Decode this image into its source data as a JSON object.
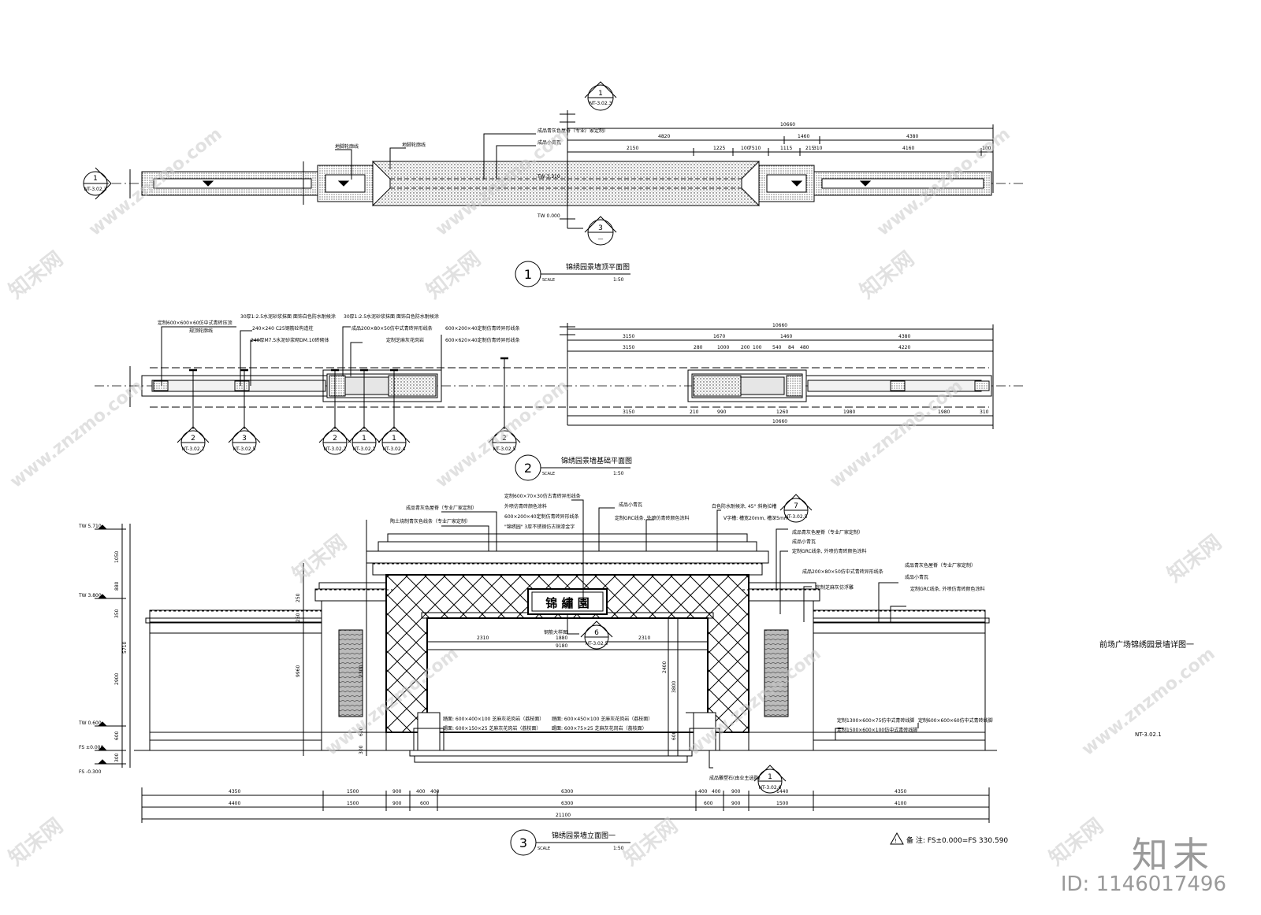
{
  "views": [
    {
      "id": "1",
      "title": "锦绣园景墙顶平面图",
      "scale": "SCALE",
      "ratio": "1:50"
    },
    {
      "id": "2",
      "title": "锦绣园景墙基础平面图",
      "scale": "SCALE",
      "ratio": "1:50"
    },
    {
      "id": "3",
      "title": "锦绣园景墙立面图一",
      "scale": "SCALE",
      "ratio": "1:50"
    }
  ],
  "sheet_title": "前场广场锦绣园景墙详图一",
  "sheet_code": "NT-3.02.1",
  "sign_text": "锦 繡 園",
  "note": "备 注: FS±0.000=FS 330.590",
  "plan1": {
    "dims_top": [
      "10660"
    ],
    "dims_mid": [
      "4820",
      "1460",
      "4380"
    ],
    "dims_low": [
      "2150",
      "1225",
      "100",
      "7510",
      "1115",
      "215",
      "310",
      "4160",
      "100"
    ],
    "labels": [
      "成品青灰色屋脊（专业厂家定制）",
      "成品小青瓦",
      "地脚轮廓线",
      "地脚轮廓线"
    ],
    "level_tw": "TW 3.310",
    "level_ft": "TW 0.000",
    "ref_top": {
      "num": "1",
      "sheet": "NT-3.02.3"
    },
    "ref_left": {
      "num": "1",
      "sheet": "NT-3.02.3"
    },
    "ref_bottom": {
      "num": "3",
      "sheet": "—"
    }
  },
  "plan2": {
    "dims_top": [
      "10660"
    ],
    "dims_a": [
      "3150",
      "1670",
      "1460",
      "4380"
    ],
    "dims_b": [
      "3150",
      "280",
      "1000",
      "200",
      "100",
      "540",
      "84",
      "480",
      "4220"
    ],
    "dims_bottom_a": [
      "3150",
      "210",
      "990",
      "1260",
      "1980",
      "1980",
      "310"
    ],
    "dims_bottom_b": [
      "10660"
    ],
    "labels_left": [
      "定制600×600×60仿中式青砖压顶",
      "规顶轮廓线",
      "30厚1:2.5水泥砂浆抹面 面饰白色防水耐候涂",
      "240×240 C25钢筋砼构造柱",
      "240厚M7.5水泥砂浆砌DM.10砖砌体"
    ],
    "labels_mid": [
      "30厚1:2.5水泥砂浆抹面 面饰白色防水耐候涂",
      "成品200×80×50仿中式青砖异形线条",
      "定制芝麻灰花岗岩",
      "600×200×40定制仿青砖异形线条",
      "600×620×40定制仿青砖异形线条"
    ],
    "refs": [
      {
        "num": "2",
        "sheet": "NT-3.02.2"
      },
      {
        "num": "3",
        "sheet": "NT-3.02.5"
      },
      {
        "num": "2",
        "sheet": "NT-3.02.2"
      },
      {
        "num": "1",
        "sheet": "NT-3.02.1"
      },
      {
        "num": "1",
        "sheet": "NT-3.02.4"
      },
      {
        "num": "2",
        "sheet": "NT-3.02.5"
      }
    ]
  },
  "elev": {
    "levels": [
      "TW 5.710",
      "TW 3.800",
      "TW 0.600",
      "FS ±0.000",
      "FS -0.300"
    ],
    "vdims_left": [
      "1050",
      "880",
      "350",
      "2900",
      "600",
      "300",
      "5710"
    ],
    "vdims_mid": [
      "250",
      "250",
      "9960",
      "2300",
      "600",
      "300"
    ],
    "vdims_right": [
      "2400",
      "3800",
      "600"
    ],
    "dims_inner": [
      "2310",
      "1880",
      "2310",
      "9180"
    ],
    "dims_bottom_a": [
      "4350",
      "1500",
      "900",
      "400",
      "400",
      "6300",
      "400",
      "400",
      "900",
      "1440",
      "4350"
    ],
    "dims_bottom_b": [
      "4400",
      "1500",
      "900",
      "600",
      "6300",
      "600",
      "900",
      "1500",
      "4100"
    ],
    "dims_total": "21100",
    "labels_top": [
      "成品青灰色屋脊（专业厂家定制）",
      "陶土烧制青灰色线条（专业厂家定制）",
      "定制600×70×30仿古青砖异形线条",
      "外喷仿青砖颜色涂料",
      "600×200×40定制仿青砖异形线条",
      "\"锦绣园\" 3厚不锈钢仿古铜漆金字",
      "成品小青瓦",
      "定制GRC线条, 外喷仿青砖颜色涂料",
      "白色防水耐候涂, 45° 斜角拉槽",
      "V字槽: 槽宽20mm, 槽深5mm"
    ],
    "labels_right": [
      "成品青灰色屋脊（专业厂家定制）",
      "成品小青瓦",
      "定制GRC线条, 外喷仿青砖颜色涂料",
      "成品200×80×50仿中式青砖异形线条",
      "定制芝麻灰仿浮雕",
      "成品青灰色屋脊（专业厂家定制）",
      "成品小青瓦",
      "定制GRC线条, 外喷仿青砖颜色涂料"
    ],
    "labels_bottom": [
      "踏面: 600×400×100 芝麻灰花岗岩（荔枝面）",
      "踢面: 600×150×25 芝麻灰花岗岩（荔枝面）",
      "踏面: 600×450×100 芝麻灰花岗岩（荔枝面）",
      "踢面: 600×75×25 芝麻灰花岗岩（荔枝面）",
      "定制1300×600×75仿中式青砖线脚",
      "定制1500×600×100仿中式青砖线脚",
      "定制600×600×60仿中式青砖线脚",
      "成品雕塑石(由业主选购)",
      "钢筋大样图"
    ],
    "ref6": {
      "num": "6",
      "sheet": "NT-3.02.5"
    },
    "ref7": {
      "num": "7",
      "sheet": "NT-3.02.5"
    },
    "ref1": {
      "num": "1",
      "sheet": "NT-3.02.6"
    }
  },
  "watermark": "www.znzmo.com",
  "watermark_cn": "知末网",
  "brand": "知末",
  "brand_id": "ID: 1146017496"
}
